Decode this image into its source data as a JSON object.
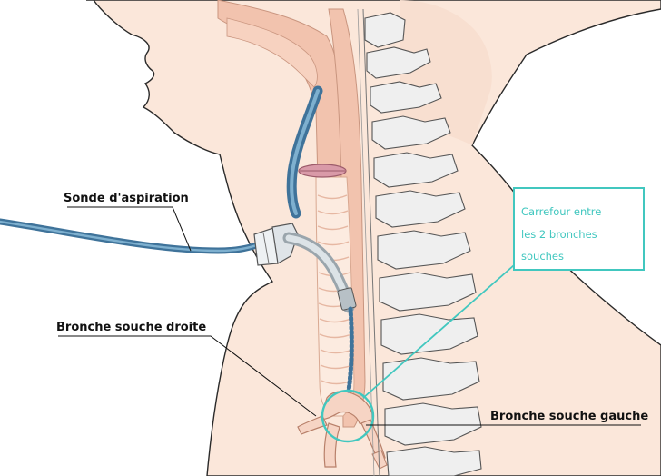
{
  "labels": {
    "suction_tube": "Sonde d'aspiration",
    "right_bronchus": "Bronche souche droite",
    "left_bronchus": "Bronche souche gauche"
  },
  "callout": {
    "line1": "Carrefour entre",
    "line2": "les 2 bronches",
    "line3": "souches"
  },
  "colors": {
    "skin": "#fbe7da",
    "tissue": "#f2c3ae",
    "airway": "#fcebe0",
    "tube": "#5d95b7",
    "teal": "#41c7bf",
    "bone": "#efefef"
  }
}
